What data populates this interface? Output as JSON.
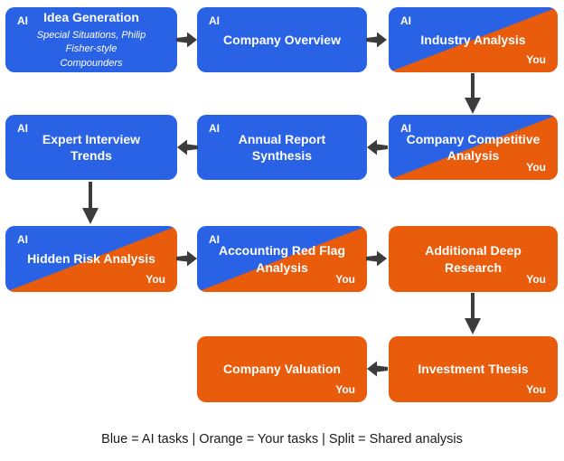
{
  "colors": {
    "blue": "#2a62e6",
    "orange": "#e85c0c",
    "arrow": "#3c3c3c",
    "nodetext": "#ffffff",
    "legendtext": "#1a1a1a"
  },
  "labels": {
    "ai": "AI",
    "you": "You"
  },
  "nodes": [
    {
      "id": "idea-generation",
      "type": "ai",
      "title": "Idea Generation",
      "subtitle": "Special Situations, Philip Fisher-style Compounders"
    },
    {
      "id": "company-overview",
      "type": "ai",
      "title": "Company Overview"
    },
    {
      "id": "industry-analysis",
      "type": "split",
      "title": "Industry Analysis"
    },
    {
      "id": "expert-interview-trends",
      "type": "ai",
      "title": "Expert Interview Trends"
    },
    {
      "id": "annual-report-synthesis",
      "type": "ai",
      "title": "Annual Report Synthesis"
    },
    {
      "id": "company-competitive-analysis",
      "type": "split",
      "title": "Company Competitive Analysis"
    },
    {
      "id": "hidden-risk-analysis",
      "type": "split",
      "title": "Hidden Risk Analysis"
    },
    {
      "id": "accounting-red-flag-analysis",
      "type": "split",
      "title": "Accounting Red Flag Analysis"
    },
    {
      "id": "additional-deep-research",
      "type": "you",
      "title": "Additional Deep Research"
    },
    {
      "id": "company-valuation",
      "type": "you",
      "title": "Company Valuation"
    },
    {
      "id": "investment-thesis",
      "type": "you",
      "title": "Investment Thesis"
    }
  ],
  "legend": {
    "text": "Blue = AI tasks | Orange = Your tasks | Split = Shared analysis"
  }
}
